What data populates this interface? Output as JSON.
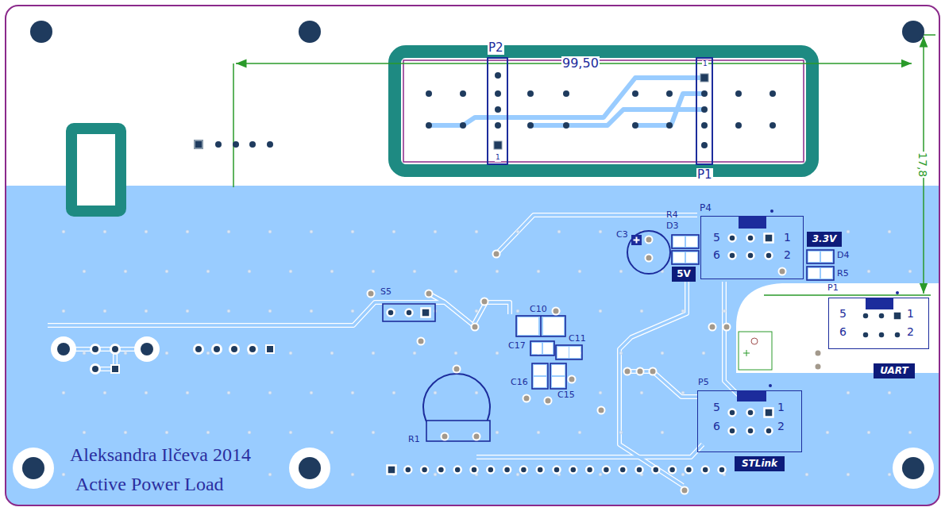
{
  "diagram": {
    "nodes": [
      {
        "text": [
          "P2",
          "1"
        ]
      },
      {
        "text": [
          "P1",
          "1"
        ]
      },
      {
        "text": [
          "P4",
          "5",
          "1",
          "6",
          "2"
        ]
      },
      {
        "text": [
          "5V"
        ]
      },
      {
        "text": [
          "3.3V"
        ]
      },
      {
        "text": [
          "P1",
          "5",
          "1",
          "6",
          "2"
        ]
      },
      {
        "text": [
          "UART"
        ]
      },
      {
        "text": [
          "P5",
          "5",
          "1",
          "6",
          "2"
        ]
      },
      {
        "text": [
          "STLink"
        ]
      }
    ],
    "labels": [
      "99,50",
      "17,8",
      "S5",
      "C10",
      "C17",
      "C11",
      "C16",
      "C15",
      "R1",
      "C3",
      "R4",
      "D3",
      "D4",
      "R5",
      "Aleksandra Ilčeva 2014",
      "Active Power Load"
    ]
  }
}
